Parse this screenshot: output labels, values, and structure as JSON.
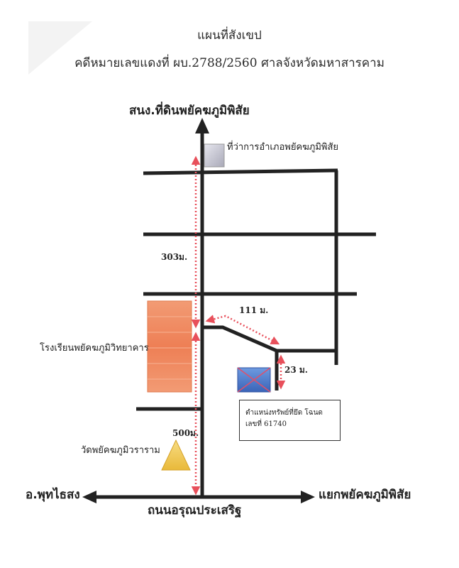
{
  "header": {
    "title": "แผนที่สังเขป",
    "subtitle": "คดีหมายเลขแดงที่ ผบ.2788/2560 ศาลจังหวัดมหาสารคาม"
  },
  "roads": {
    "north_destination": "สนง.ที่ดินพยัคฆภูมิพิสัย",
    "main_road_name": "ถนนอรุณประเสริฐ",
    "west_destination": "อ.พุทไธสง",
    "east_destination": "แยกพยัคฆภูมิพิสัย"
  },
  "landmarks": {
    "district_office": "ที่ว่าการอำเภอพยัคฆภูมิพิสัย",
    "school": "โรงเรียนพยัคฆภูมิวิทยาคาร",
    "temple": "วัดพยัคฆภูมิวราราม"
  },
  "distances": {
    "d_303": "303ม.",
    "d_111": "111 ม.",
    "d_23": "23 ม.",
    "d_500": "500ม."
  },
  "property": {
    "line1": "ตำแหน่งทรัพย์ที่ยึด โฉนด",
    "line2": "เลขที่ 61740"
  },
  "colors": {
    "road": "#222222",
    "distance_arrow": "#e8505b",
    "school_fill": "#f08a5d",
    "temple_fill": "#f2cc55",
    "property_fill": "#4a78c8",
    "property_cross": "#e0506a",
    "office_fill": "#c8c8d2"
  },
  "icons": [
    "arrow-up-icon",
    "arrow-left-icon",
    "arrow-right-icon",
    "triangle-icon",
    "cross-icon"
  ]
}
